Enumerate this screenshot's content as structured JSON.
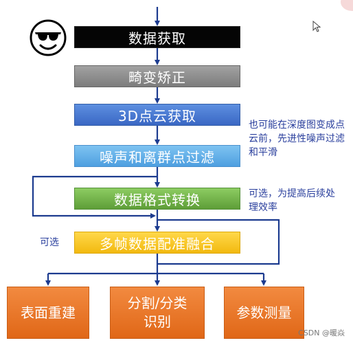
{
  "steps": [
    {
      "label": "数据获取"
    },
    {
      "label": "畸变矫正"
    },
    {
      "label": "3D点云获取"
    },
    {
      "label": "噪声和离群点过滤"
    },
    {
      "label": "数据格式转换"
    },
    {
      "label": "多帧数据配准融合"
    }
  ],
  "outputs": [
    {
      "label": "表面重建"
    },
    {
      "label": "分割/分类识别"
    },
    {
      "label": "参数测量"
    }
  ],
  "notes": {
    "filter_note": "也可能在深度图变成点云前，先进性噪声过滤和平滑",
    "format_note": "可选，为提高后续处理效率",
    "fusion_note": "可选"
  },
  "watermark": "CSDN @暖焱",
  "colors": {
    "black": "#050505",
    "gray": "#8e8e8e",
    "blue": "#4a78d2",
    "light_blue": "#66b1ea",
    "green": "#76b54c",
    "yellow": "#f7c628",
    "orange": "#ea7428",
    "note_text": "#2a3f9d",
    "arrow": "#1c3b8f"
  },
  "icons": [
    "sunglasses-smiley-icon",
    "mouse-cursor-icon"
  ]
}
